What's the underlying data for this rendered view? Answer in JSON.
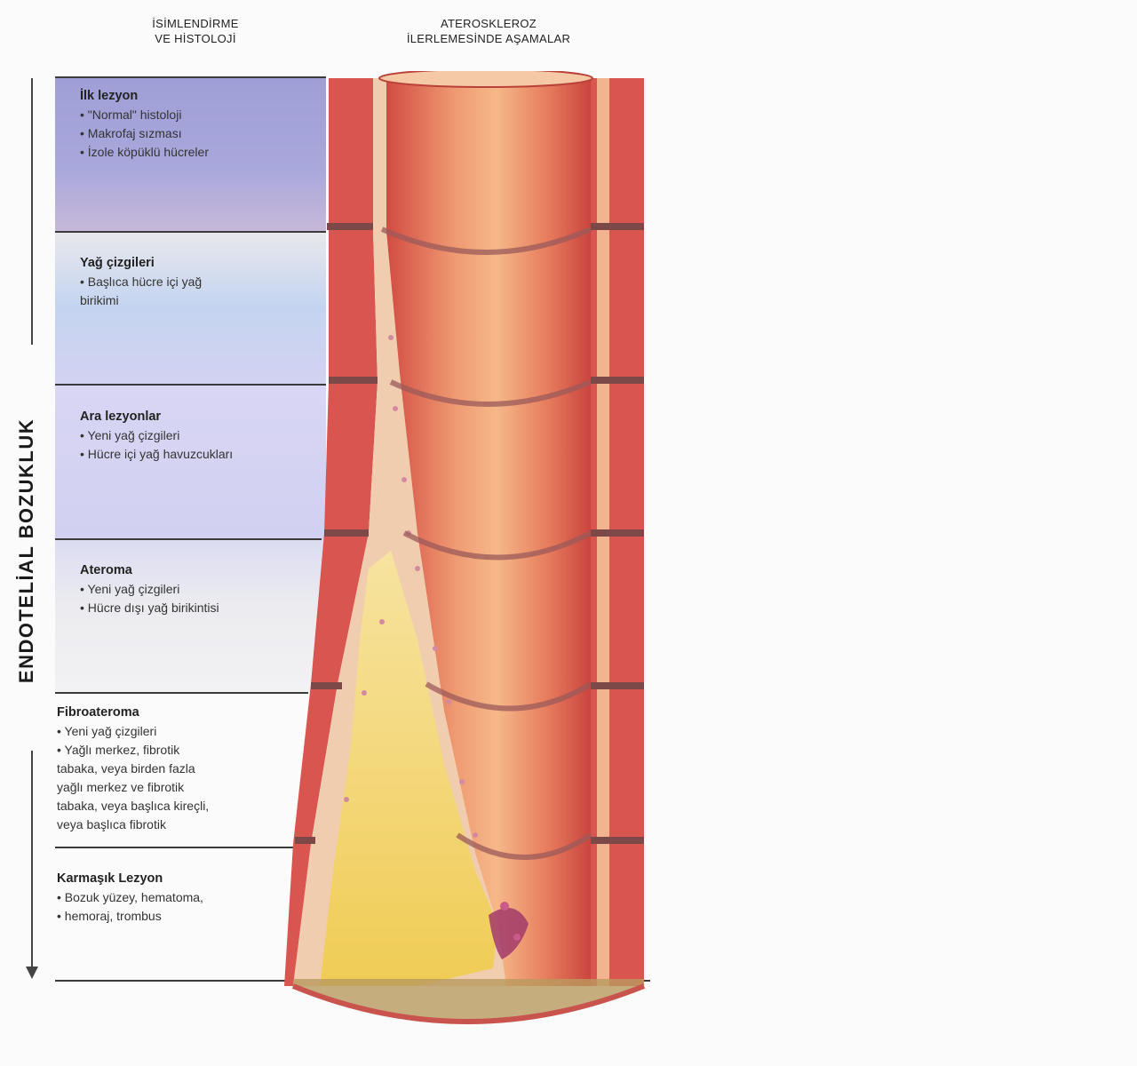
{
  "header": {
    "left": "İSİMLENDİRME\nVE HİSTOLOJİ",
    "right": "ATEROSKLEROZ\nİLERLEMESİNDE AŞAMALAR"
  },
  "side_label": "ENDOTELİAL BOZUKLUK",
  "stages": [
    {
      "title": "İlk lezyon",
      "items": [
        "• \"Normal\" histoloji",
        "• Makrofaj sızması",
        "• İzole köpüklü hücreler"
      ]
    },
    {
      "title": "Yağ çizgileri",
      "items": [
        "• Başlıca hücre içi yağ\nbirikimi"
      ]
    },
    {
      "title": "Ara lezyonlar",
      "items": [
        "• Yeni yağ çizgileri",
        "• Hücre içi yağ havuzcukları"
      ]
    },
    {
      "title": "Ateroma",
      "items": [
        "• Yeni yağ çizgileri",
        "• Hücre dışı yağ birikintisi"
      ]
    },
    {
      "title": "Fibroateroma",
      "items": [
        "• Yeni yağ çizgileri",
        "• Yağlı merkez, fibrotik\ntabaka, veya birden fazla\nyağlı merkez ve fibrotik\ntabaka, veya  başlıca kireçli,\nveya başlıca fibrotik"
      ]
    },
    {
      "title": "Karmaşık Lezyon",
      "items": [
        "• Bozuk yüzey, hematoma,",
        "• hemoraj, trombus"
      ]
    }
  ],
  "colors": {
    "panel_1": "#a9a8d8",
    "panel_2": "#c9d6f0",
    "panel_3": "#d5d2f2",
    "panel_4": "#e6e6ee",
    "artery_wall": "#d9554f",
    "artery_lumen": "#e98a6a",
    "plaque": "#f2d26a",
    "intima": "#f1cdb0"
  }
}
